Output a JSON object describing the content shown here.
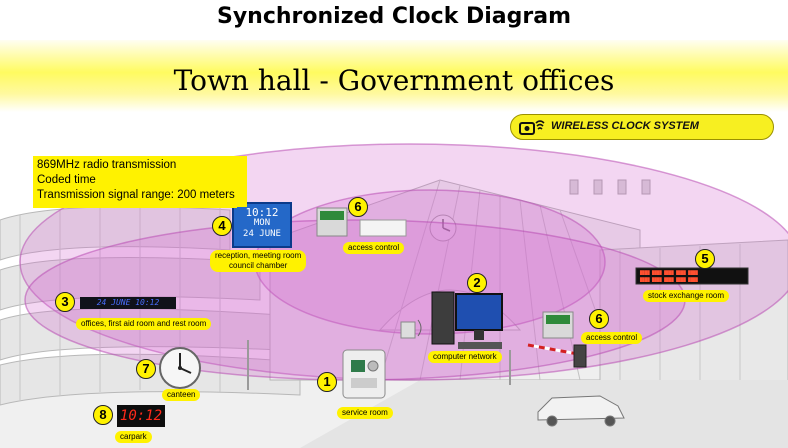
{
  "header": {
    "title": "Synchronized Clock Diagram",
    "subtitle": "Town hall - Government offices"
  },
  "badge": {
    "label": "WIRELESS CLOCK SYSTEM",
    "icon": "wireless-clock-icon"
  },
  "info_box": {
    "lines": [
      "869MHz radio transmission",
      "Coded time",
      "Transmission signal range: 200 meters"
    ]
  },
  "nodes": [
    {
      "number": "1",
      "label": "service room"
    },
    {
      "number": "2",
      "label": "computer network"
    },
    {
      "number": "3",
      "label": "offices, first aid room and rest room"
    },
    {
      "number": "4",
      "label": "reception, meeting room\ncouncil chamber"
    },
    {
      "number": "5",
      "label": "stock exchange room"
    },
    {
      "number": "6",
      "label": "access control"
    },
    {
      "number": "6",
      "label": "access control"
    },
    {
      "number": "7",
      "label": "canteen"
    },
    {
      "number": "8",
      "label": "carpark"
    }
  ],
  "displays": {
    "reception_time": "10:12",
    "reception_day": "MON",
    "reception_date": "24 JUNE",
    "office_strip": "24 JUNE 10:12",
    "carpark_time": "10:12"
  },
  "colors": {
    "accent_yellow": "#fff200",
    "zone_pink": "#e9a6e6",
    "led_red": "#ff2a1a"
  }
}
